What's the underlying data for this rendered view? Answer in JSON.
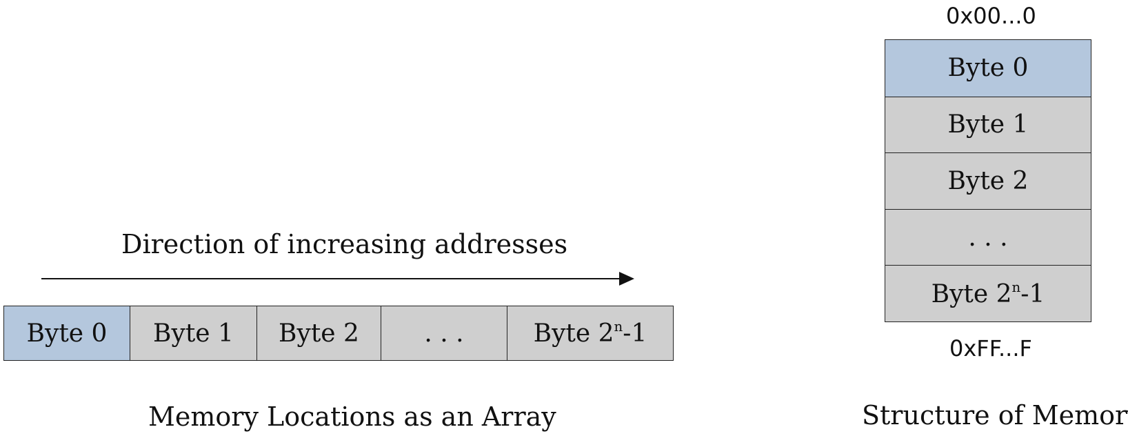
{
  "direction_label": "Direction of increasing addresses",
  "array_cells": [
    {
      "label": "Byte 0",
      "highlight": true
    },
    {
      "label": "Byte 1",
      "highlight": false
    },
    {
      "label": "Byte 2",
      "highlight": false
    },
    {
      "label": ". . .",
      "highlight": false
    },
    {
      "label": "Byte 2",
      "sup": "n",
      "suffix": "-1",
      "highlight": false
    }
  ],
  "left_caption": "Memory Locations as an Array",
  "memory_cells": [
    {
      "label": "Byte 0",
      "highlight": true
    },
    {
      "label": "Byte 1",
      "highlight": false
    },
    {
      "label": "Byte 2",
      "highlight": false
    },
    {
      "label": ". . .",
      "highlight": false
    },
    {
      "label": "Byte 2",
      "sup": "n",
      "suffix": "-1",
      "highlight": false
    }
  ],
  "address_top": "0x00...0",
  "address_bottom": "0xFF...F",
  "right_caption": "Structure of Memory",
  "colors": {
    "highlight": "#b4c7dd",
    "cell": "#cfcfcf",
    "border": "#222222"
  }
}
